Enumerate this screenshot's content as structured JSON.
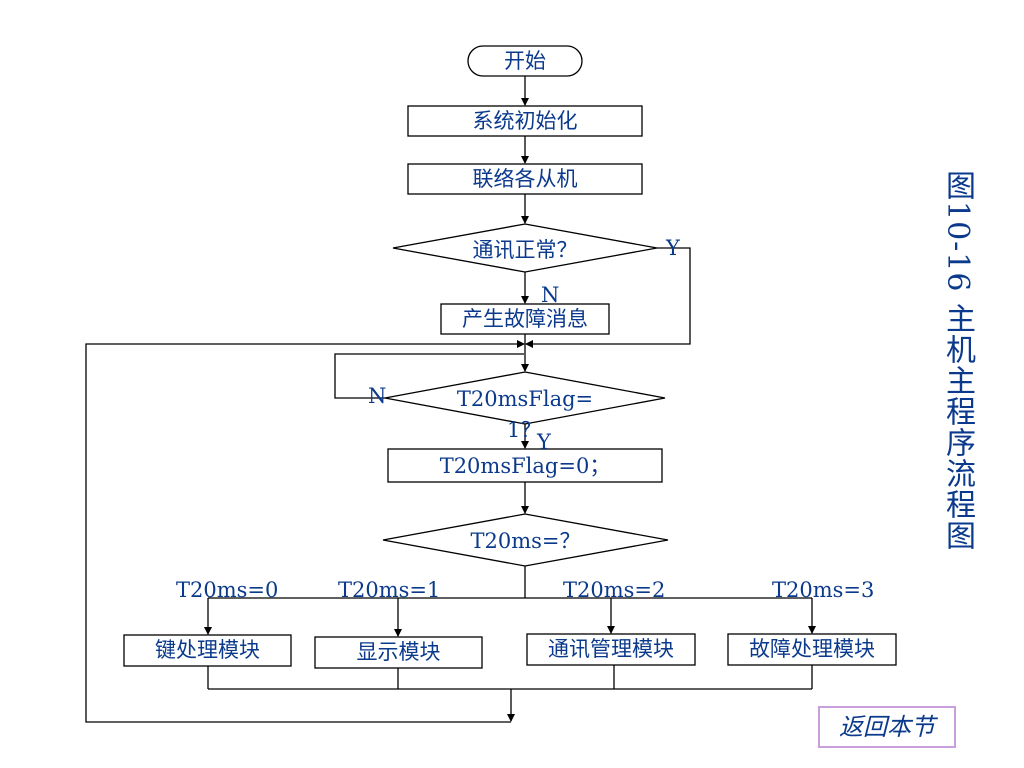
{
  "flowchart": {
    "start": "开始",
    "init": "系统初始化",
    "link_slaves": "联络各从机",
    "comm_ok": "通讯正常？",
    "comm_yes": "Y",
    "comm_no": "N",
    "fault_msg": "产生故障消息",
    "flag_check_line1": "T20msFlag=",
    "flag_check_line2": "1？",
    "flag_no": "N",
    "flag_yes": "Y",
    "flag_reset": "T20msFlag=0；",
    "t20ms_check": "T20ms=？",
    "branches": [
      {
        "condition": "T20ms=0",
        "module": "键处理模块"
      },
      {
        "condition": "T20ms=1",
        "module": "显示模块"
      },
      {
        "condition": "T20ms=2",
        "module": "通讯管理模块"
      },
      {
        "condition": "T20ms=3",
        "module": "故障处理模块"
      }
    ]
  },
  "caption": "图10-16  主机主程序流程图",
  "back_button": "返回本节",
  "colors": {
    "line": "#000000",
    "text": "#0b3a8c",
    "button_border": "#c9a0dc"
  }
}
